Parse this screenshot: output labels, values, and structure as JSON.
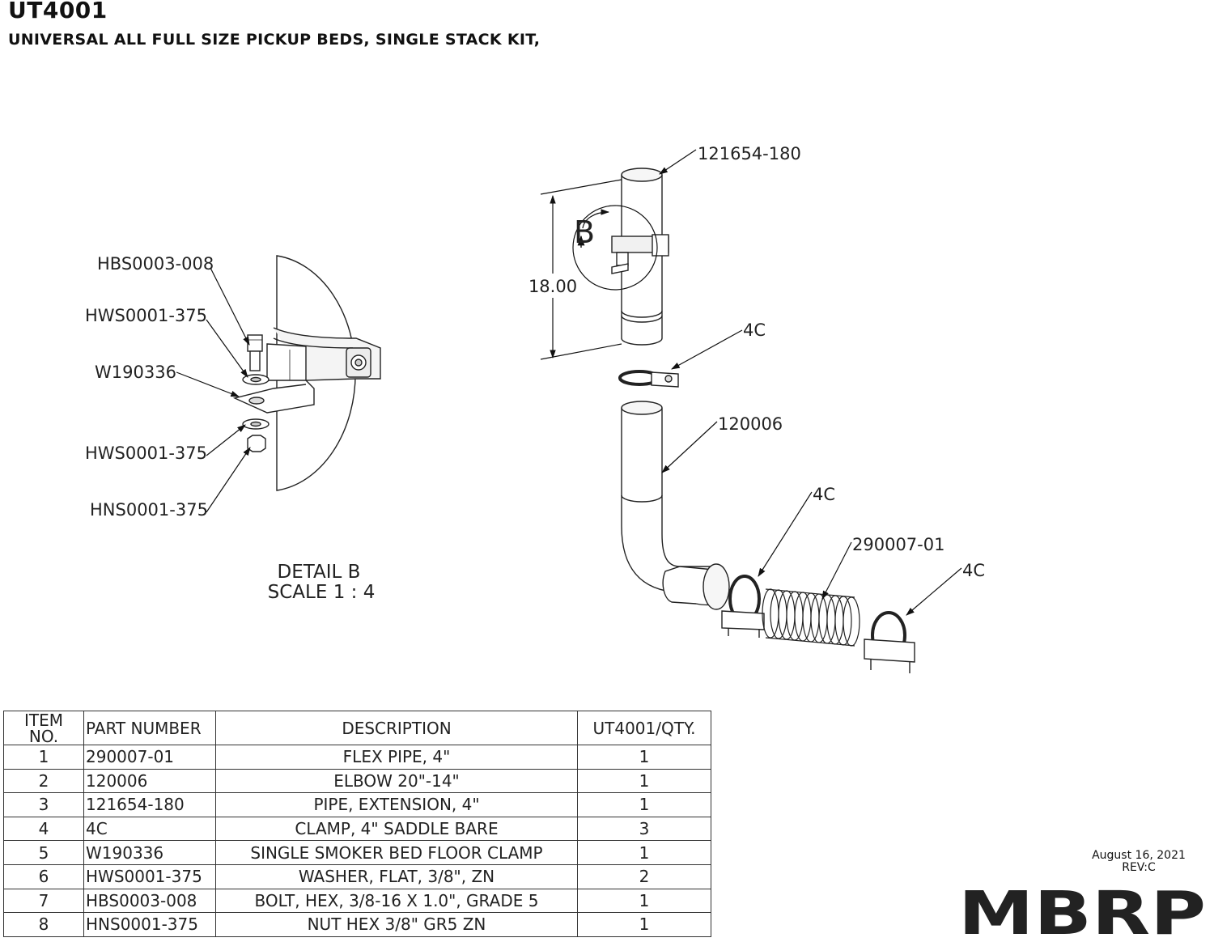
{
  "header": {
    "title": "UT4001",
    "subtitle": "UNIVERSAL ALL FULL SIZE PICKUP BEDS, SINGLE STACK KIT,"
  },
  "callouts": {
    "hbs": "HBS0003-008",
    "hws_top": "HWS0001-375",
    "w190": "W190336",
    "hws_bottom": "HWS0001-375",
    "hns": "HNS0001-375",
    "ext_pipe": "121654-180",
    "dim": "18.00",
    "detail_mark": "B",
    "clamp_top": "4C",
    "elbow": "120006",
    "clamp_mid": "4C",
    "flex": "290007-01",
    "clamp_right": "4C"
  },
  "detail": {
    "line1": "DETAIL B",
    "line2": "SCALE 1 : 4"
  },
  "bom": {
    "headers": {
      "item_line1": "ITEM",
      "item_line2": "NO.",
      "part": "PART NUMBER",
      "desc": "DESCRIPTION",
      "qty": "UT4001/QTY."
    },
    "rows": [
      {
        "item": "1",
        "part": "290007-01",
        "desc": "FLEX PIPE, 4\"",
        "qty": "1"
      },
      {
        "item": "2",
        "part": "120006",
        "desc": "ELBOW 20\"-14\"",
        "qty": "1"
      },
      {
        "item": "3",
        "part": "121654-180",
        "desc": "PIPE, EXTENSION, 4\"",
        "qty": "1"
      },
      {
        "item": "4",
        "part": "4C",
        "desc": "CLAMP, 4\" SADDLE BARE",
        "qty": "3"
      },
      {
        "item": "5",
        "part": "W190336",
        "desc": "SINGLE SMOKER BED FLOOR CLAMP",
        "qty": "1"
      },
      {
        "item": "6",
        "part": "HWS0001-375",
        "desc": "WASHER, FLAT, 3/8\", ZN",
        "qty": "2"
      },
      {
        "item": "7",
        "part": "HBS0003-008",
        "desc": "BOLT, HEX, 3/8-16 X 1.0\", GRADE 5",
        "qty": "1"
      },
      {
        "item": "8",
        "part": "HNS0001-375",
        "desc": "NUT HEX 3/8\" GR5 ZN",
        "qty": "1"
      }
    ]
  },
  "revision": {
    "date": "August 16, 2021",
    "rev": "REV:C"
  },
  "logo": {
    "text": "MBRP",
    "color": "#111111"
  }
}
